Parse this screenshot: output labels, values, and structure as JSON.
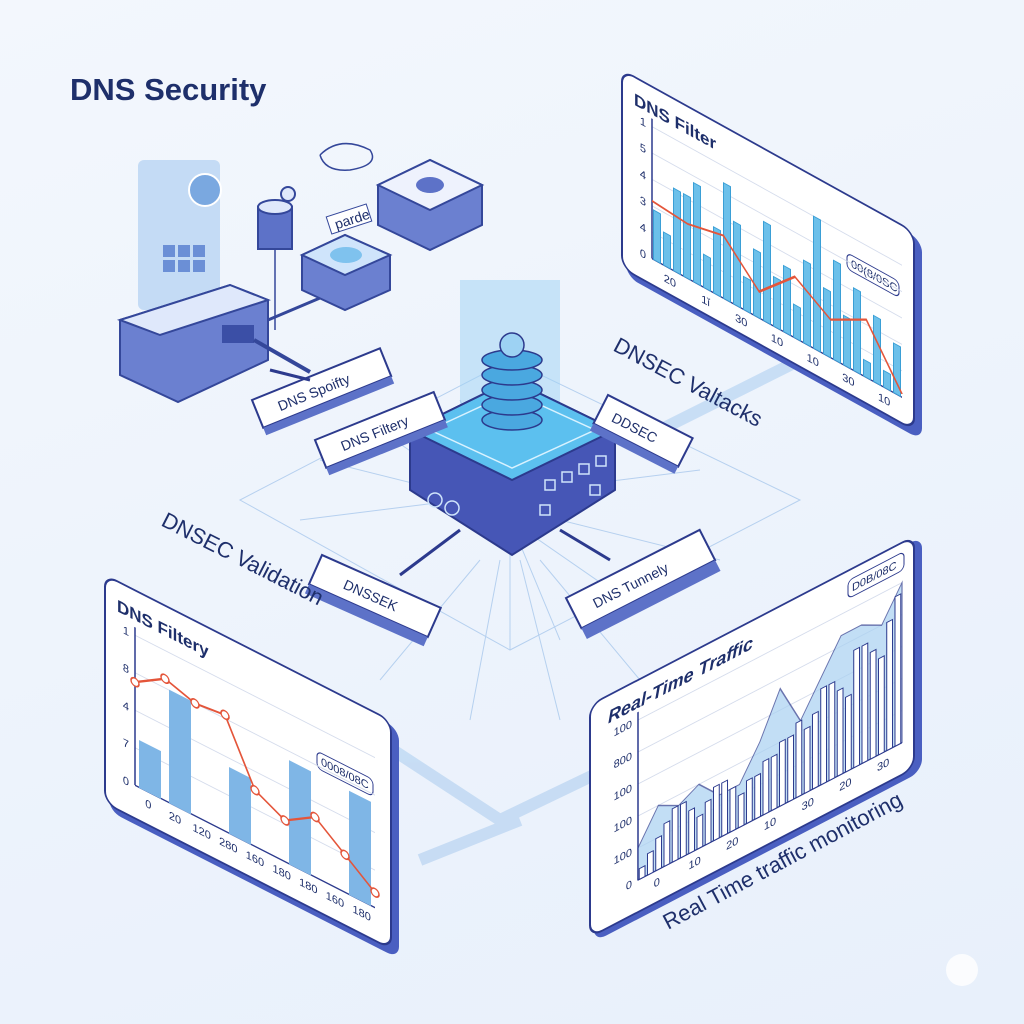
{
  "title": "DNS Security",
  "floating_labels": {
    "valtacks": "DNSEC Valtacks",
    "validation": "DNSEC Validation",
    "monitoring": "Real Time traffic monitoring"
  },
  "blocks": {
    "spoofing": "DNS Spoifty",
    "filtery": "DNS Filtery",
    "ddsec": "DDSEC",
    "dnssek": "DNSSEK",
    "tunnely": "DNS Tunnely",
    "small_tag": "parde"
  },
  "colors": {
    "accent": "#4a5fc1",
    "line": "#e4553a",
    "bar": "#5ab4e0",
    "dark": "#1e2f6b"
  },
  "panels": {
    "filter": {
      "title": "DNS Filter",
      "badge": "00(8/0SC",
      "y_ticks": [
        "1",
        "5",
        "4",
        "3",
        "4",
        "0"
      ],
      "x_ticks": [
        "20",
        "1ǐ",
        "30",
        "10",
        "10",
        "30",
        "10"
      ],
      "bars": [
        3,
        2,
        5,
        5,
        6,
        2,
        4,
        7,
        5,
        2,
        4,
        6,
        3,
        4,
        2,
        5,
        8,
        4,
        6,
        3,
        5,
        1,
        4,
        1,
        3
      ],
      "line": [
        3.5,
        3.3,
        3.8,
        1.6,
        3.7,
        2.3,
        3.5,
        0.2
      ]
    },
    "filtery": {
      "title": "DNS Filtery",
      "badge": "0008/08C",
      "y_ticks": [
        "1",
        "8",
        "4",
        "7",
        "0"
      ],
      "x_ticks": [
        "0",
        "20",
        "120",
        "280",
        "160",
        "180",
        "180",
        "160",
        "180"
      ],
      "bars": [
        2.5,
        6,
        0,
        3.5,
        0,
        5.5,
        0,
        5.5
      ],
      "line": [
        5.5,
        6.5,
        6,
        6.2,
        3,
        2.2,
        3.2,
        2,
        0.8
      ]
    },
    "traffic": {
      "title": "Real-Time Traffic",
      "badge": "D0B/08C",
      "y_ticks": [
        "100",
        "800",
        "100",
        "100",
        "100",
        "0"
      ],
      "x_ticks": [
        "0",
        "10",
        "20",
        "10",
        "30",
        "20",
        "30"
      ],
      "bars": [
        1,
        2,
        3,
        4,
        5,
        5,
        4,
        3,
        4,
        5,
        5,
        4,
        3,
        4,
        4,
        5,
        5,
        6,
        6,
        7,
        6,
        7,
        9,
        9,
        8,
        7,
        11,
        11,
        10,
        9,
        12,
        14
      ],
      "area": [
        3,
        6,
        5,
        6,
        4,
        4,
        7,
        11,
        7,
        10,
        13,
        13,
        12,
        15
      ]
    }
  }
}
